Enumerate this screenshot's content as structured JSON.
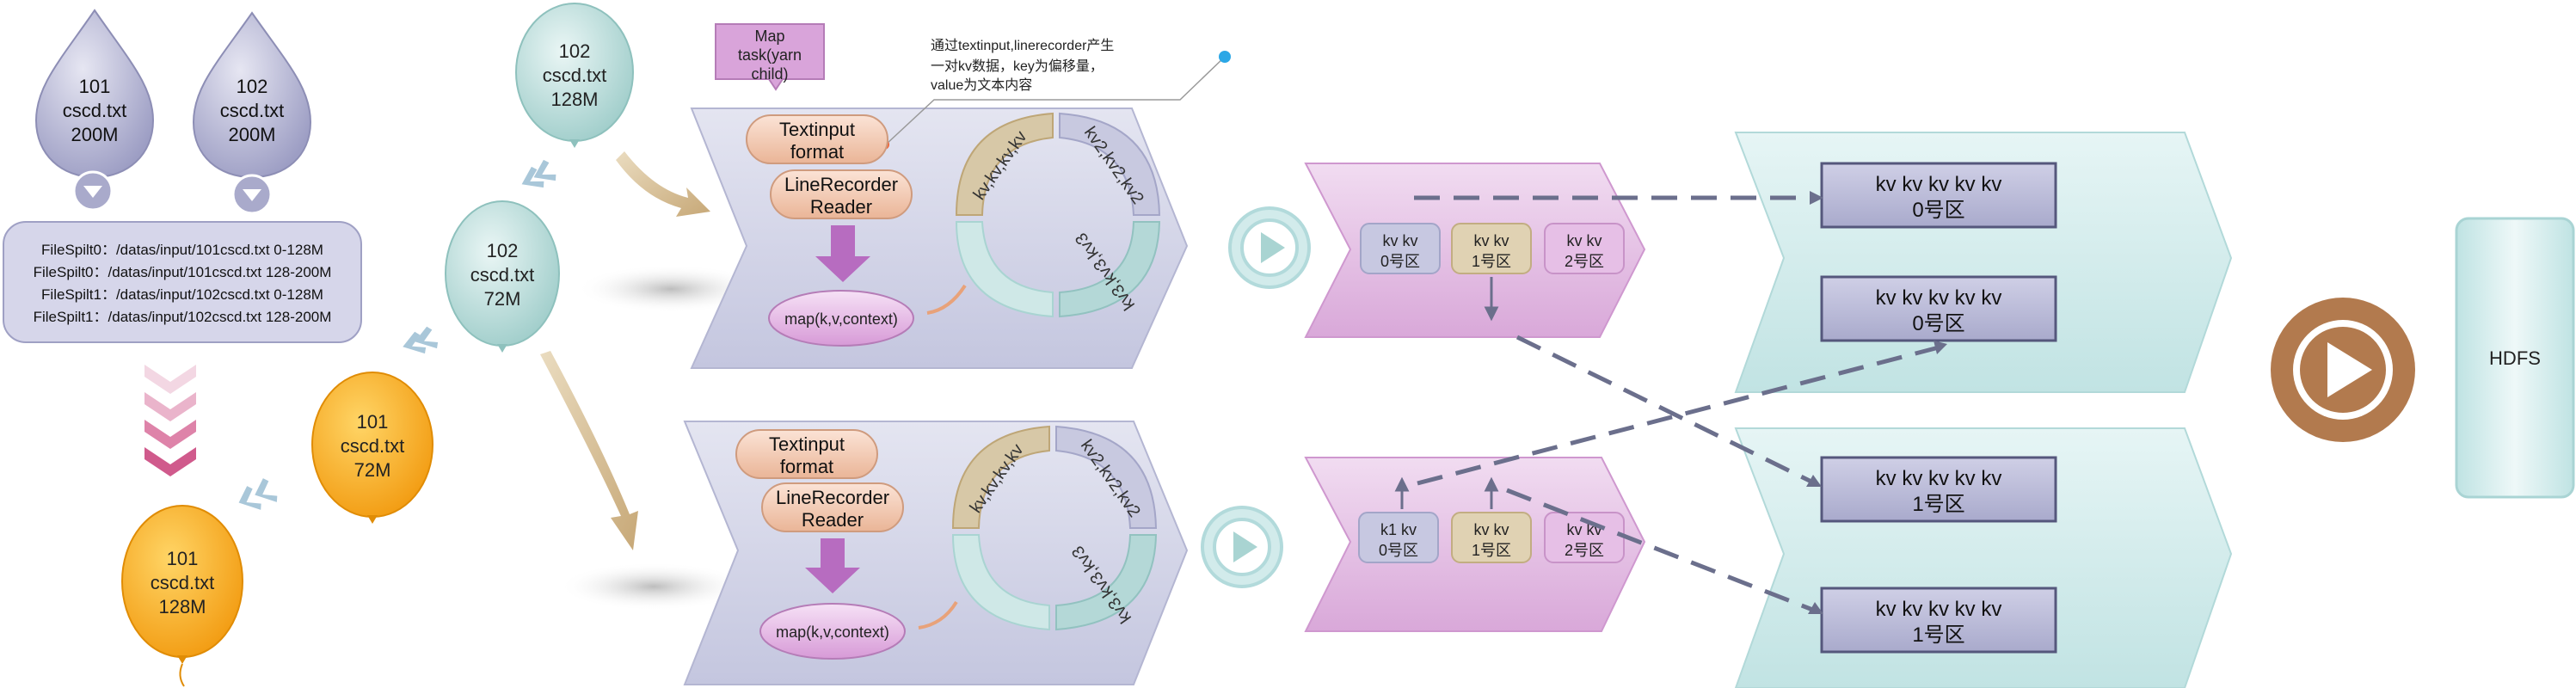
{
  "drops": [
    {
      "line1": "101",
      "line2": "cscd.txt",
      "line3": "200M"
    },
    {
      "line1": "102",
      "line2": "cscd.txt",
      "line3": "200M"
    }
  ],
  "splits": [
    "FileSpilt0：/datas/input/101cscd.txt 0-128M",
    "FileSpilt0：/datas/input/101cscd.txt 128-200M",
    "FileSpilt1：/datas/input/102cscd.txt 0-128M",
    "FileSpilt1：/datas/input/102cscd.txt 128-200M"
  ],
  "balloons": {
    "b102_128": {
      "line1": "102",
      "line2": "cscd.txt",
      "line3": "128M"
    },
    "b102_72": {
      "line1": "102",
      "line2": "cscd.txt",
      "line3": "72M"
    },
    "b101_72": {
      "line1": "101",
      "line2": "cscd.txt",
      "line3": "72M"
    },
    "b101_128": {
      "line1": "101",
      "line2": "cscd.txt",
      "line3": "128M"
    }
  },
  "map_task": {
    "line1": "Map",
    "line2": "task(yarn",
    "line3": "child)"
  },
  "callout": {
    "line1": "通过textinput,linerecorder产生",
    "line2": "一对kv数据，key为偏移量，",
    "line3": "value为文本内容"
  },
  "mapper": {
    "input_format": {
      "line1": "Textinput",
      "line2": "format"
    },
    "reader": {
      "line1": "LineRecorder",
      "line2": "Reader"
    },
    "map_func": "map(k,v,context)",
    "ring_segments": [
      "kv,kv,kv,kv",
      "kv2,kv2,kv2",
      "kv3,kv3,kv3"
    ]
  },
  "partitions_top": [
    {
      "kv": "kv  kv",
      "label": "0号区"
    },
    {
      "kv": "kv  kv",
      "label": "1号区"
    },
    {
      "kv": "kv  kv",
      "label": "2号区"
    }
  ],
  "partitions_bottom": [
    {
      "kv": "k1  kv",
      "label": "0号区"
    },
    {
      "kv": "kv  kv",
      "label": "1号区"
    },
    {
      "kv": "kv  kv",
      "label": "2号区"
    }
  ],
  "reduce_boxes": [
    {
      "kv": "kv kv kv kv kv",
      "label": "0号区"
    },
    {
      "kv": "kv kv kv kv kv",
      "label": "0号区"
    },
    {
      "kv": "kv kv kv kv kv",
      "label": "1号区"
    },
    {
      "kv": "kv kv kv kv kv",
      "label": "1号区"
    }
  ],
  "hdfs_label": "HDFS",
  "colors": {
    "drop": "#b0b1d0",
    "balloon_teal": "#b7dcd9",
    "balloon_orange": "#f7a823",
    "mapper_bg": "#d5d6e8",
    "sort_bg": "#e6c2e6",
    "reduce_bg": "#d4eeee",
    "tan": "#d4b98f",
    "purple_arrow": "#b76cc0",
    "play_brown": "#b27a4e",
    "dashed": "#6b6f8c"
  }
}
